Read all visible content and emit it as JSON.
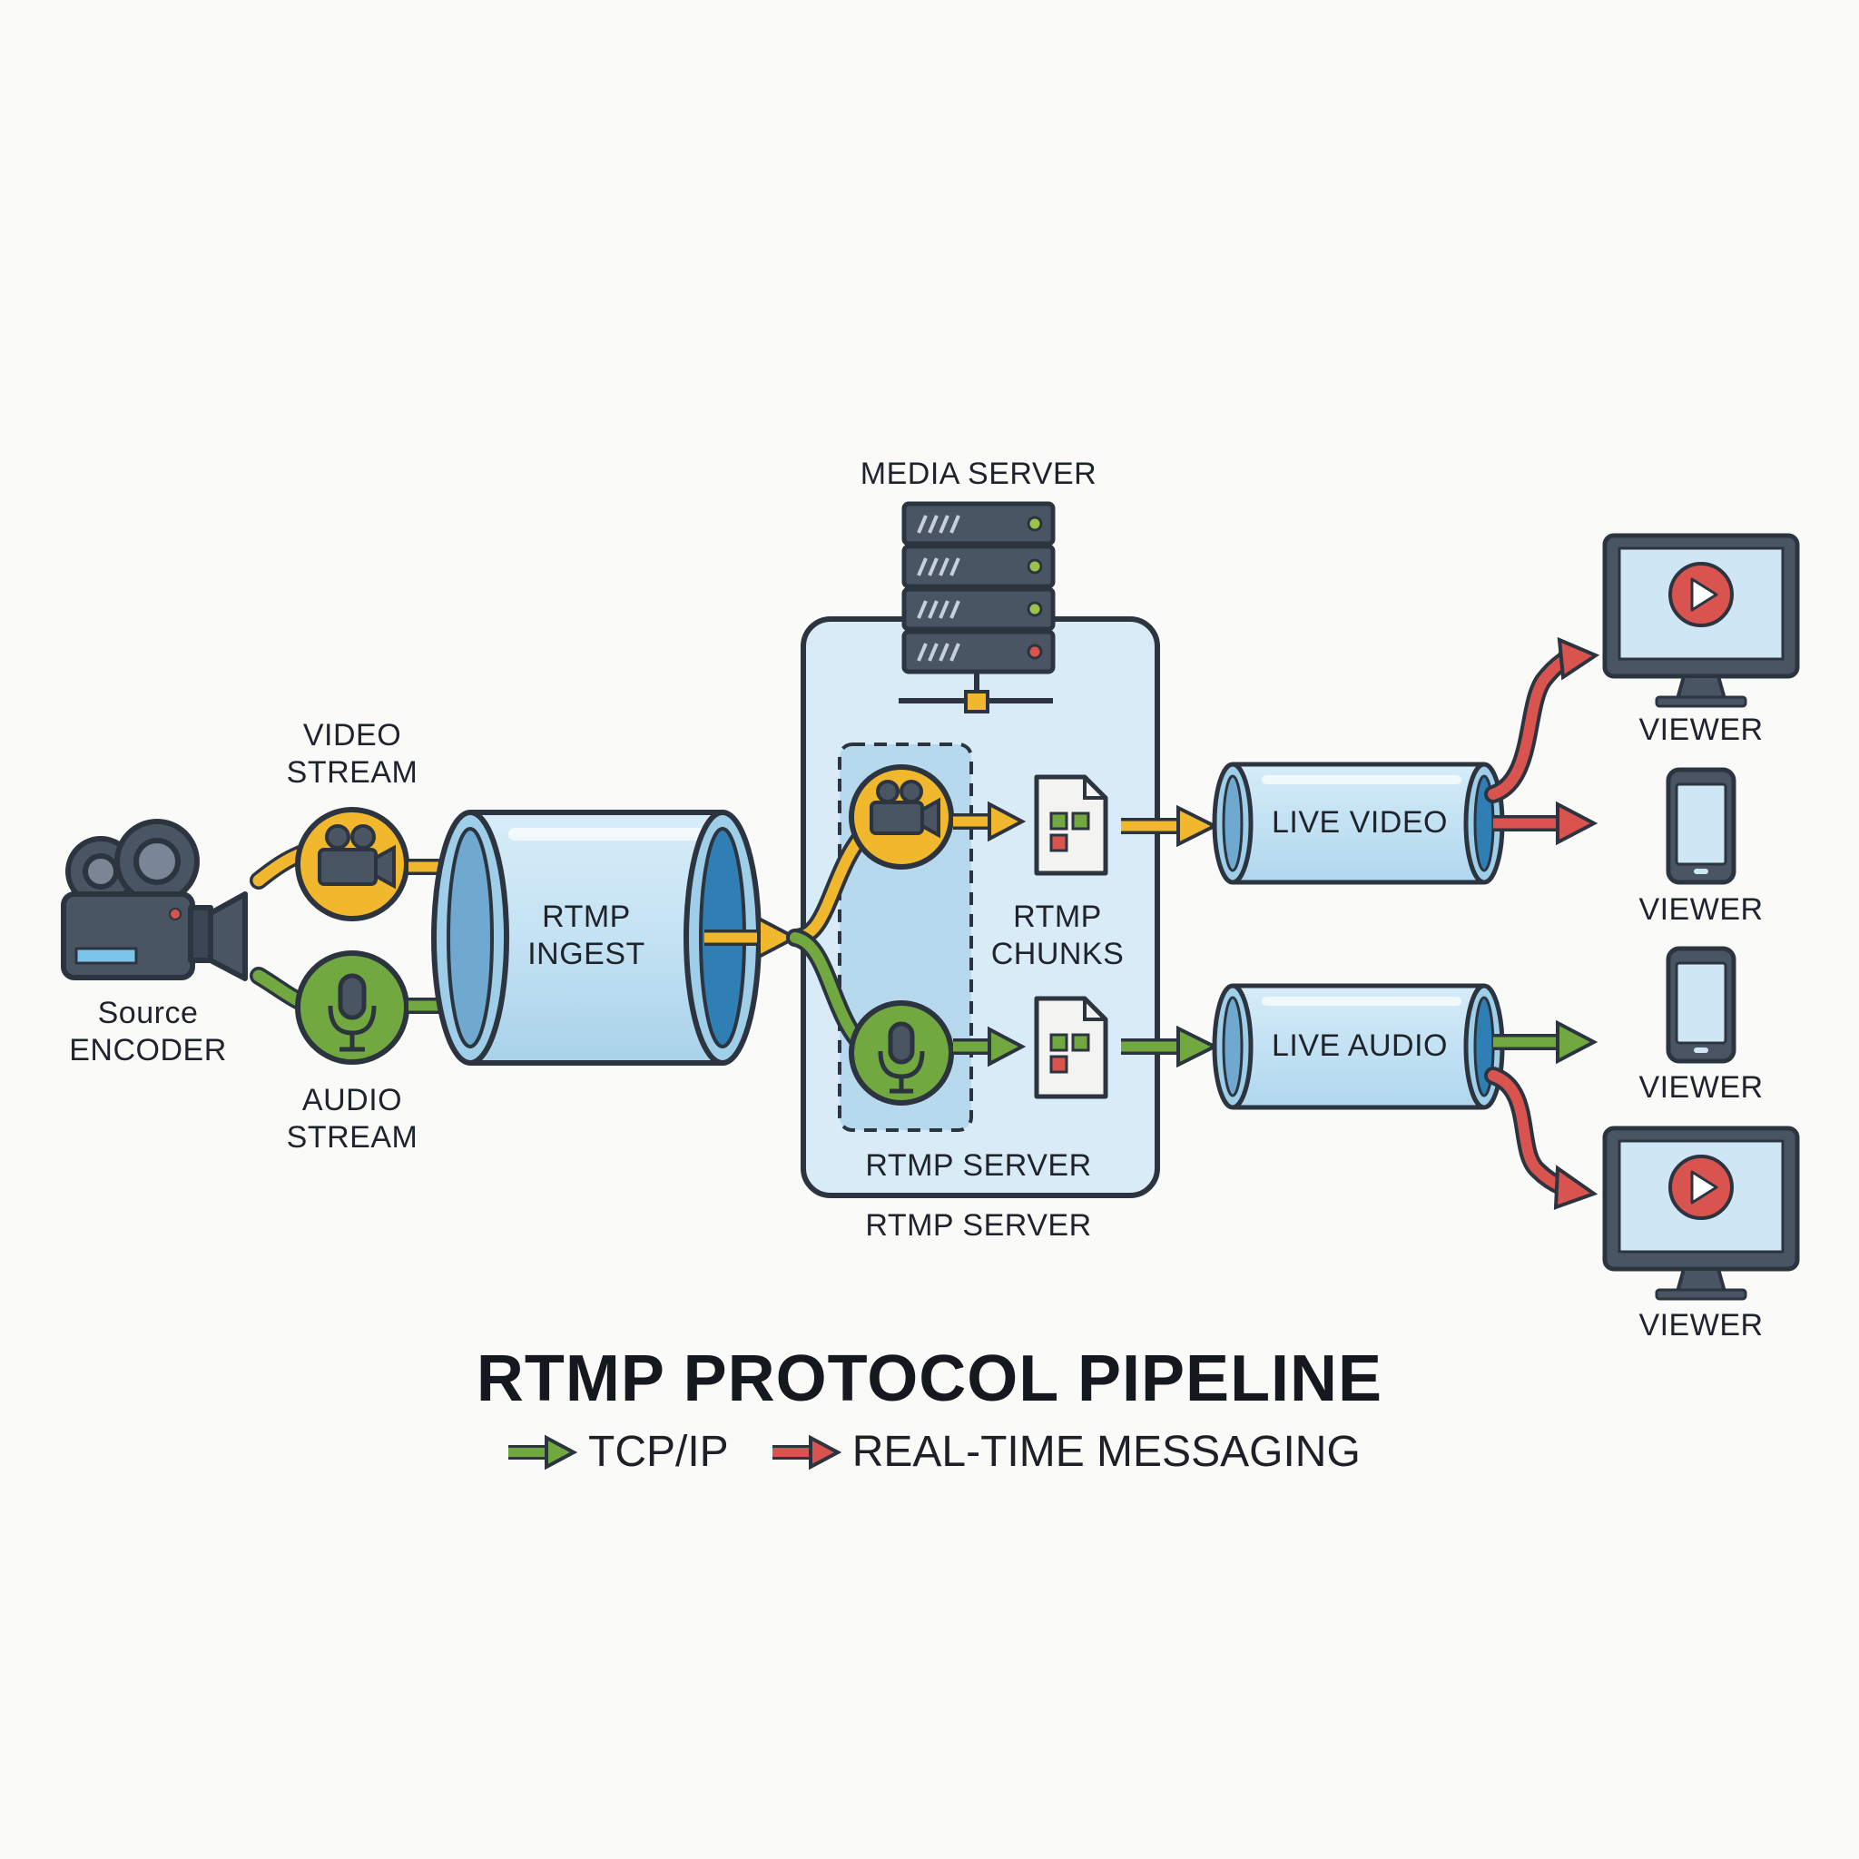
{
  "title": "RTMP PROTOCOL PIPELINE",
  "legend": {
    "tcp_label": "TCP/IP",
    "realtime_label": "REAL-TIME MESSAGING"
  },
  "source": {
    "line1": "Source",
    "line2": "ENCODER"
  },
  "streams": {
    "video_line1": "VIDEO",
    "video_line2": "STREAM",
    "audio_line1": "AUDIO",
    "audio_line2": "STREAM"
  },
  "ingest": {
    "line1": "RTMP",
    "line2": "INGEST"
  },
  "server": {
    "media_label": "MEDIA SERVER",
    "chunks_line1": "RTMP",
    "chunks_line2": "CHUNKS",
    "inner_label": "RTMP SERVER",
    "outer_label": "RTMP SERVER"
  },
  "outputs": {
    "live_video": "LIVE VIDEO",
    "live_audio": "LIVE AUDIO"
  },
  "viewers": [
    "VIEWER",
    "VIEWER",
    "VIEWER",
    "VIEWER"
  ],
  "colors": {
    "tcp_green": "#72a840",
    "realtime_red": "#d9534f",
    "video_yellow": "#f1b82d",
    "pipe_blue": "#bfe0f1",
    "outline": "#2c3440",
    "device_gray": "#4a5563"
  }
}
